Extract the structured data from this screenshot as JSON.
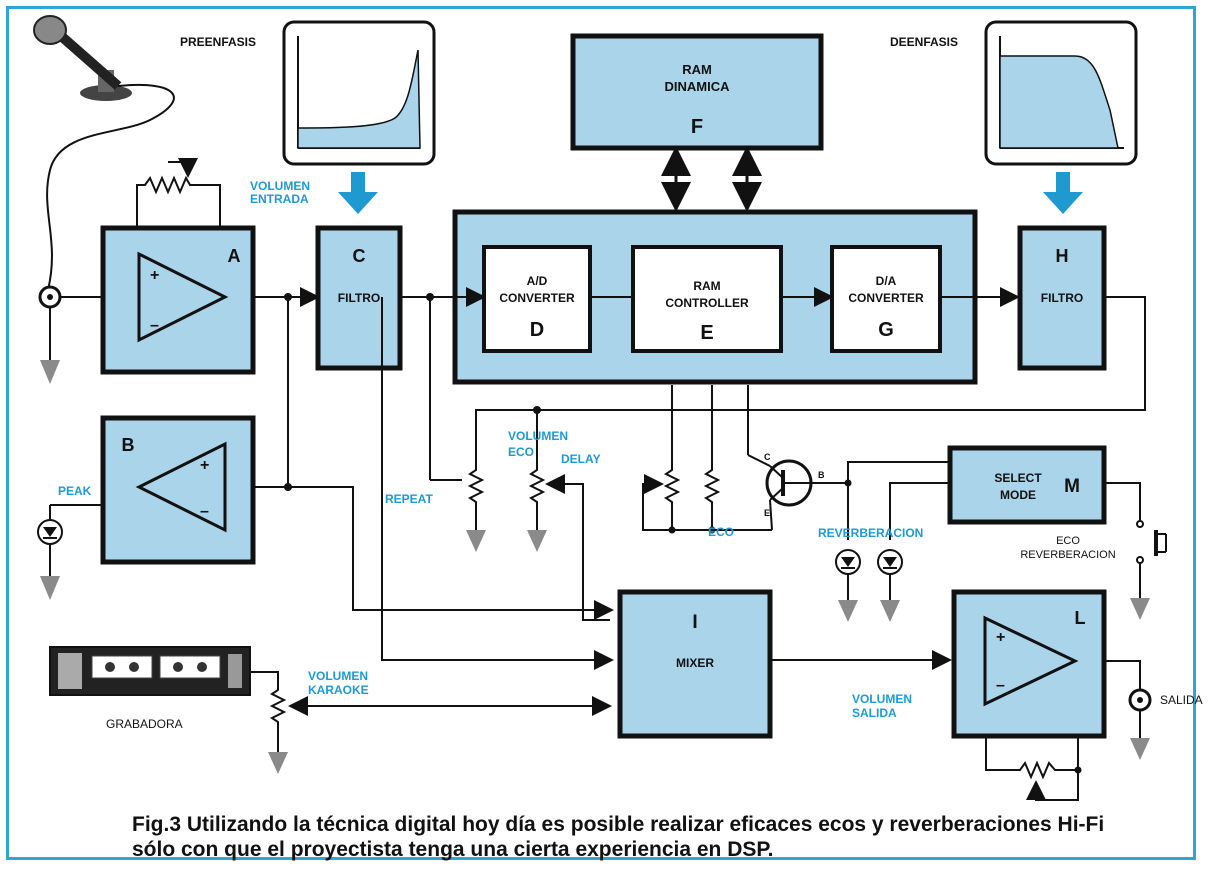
{
  "labels": {
    "preenfasis": "PREENFASIS",
    "deenfasis": "DEENFASIS",
    "ram_title_1": "RAM",
    "ram_title_2": "DINAMICA",
    "ram_letter": "F",
    "volumen_entrada_1": "VOLUMEN",
    "volumen_entrada_2": "ENTRADA",
    "a_letter": "A",
    "b_letter": "B",
    "c_letter": "C",
    "c_name": "FILTRO",
    "h_letter": "H",
    "h_name": "FILTRO",
    "ad_1": "A/D",
    "ad_2": "CONVERTER",
    "ad_letter": "D",
    "rc_1": "RAM",
    "rc_2": "CONTROLLER",
    "rc_letter": "E",
    "da_1": "D/A",
    "da_2": "CONVERTER",
    "da_letter": "G",
    "volumen_eco_1": "VOLUMEN",
    "volumen_eco_2": "ECO",
    "delay": "DELAY",
    "repeat": "REPEAT",
    "peak": "PEAK",
    "eco": "ECO",
    "reverberacion": "REVERBERACION",
    "select_1": "SELECT",
    "select_2": "MODE",
    "m_letter": "M",
    "eco_rev_1": "ECO",
    "eco_rev_2": "REVERBERACION",
    "i_letter": "I",
    "mixer": "MIXER",
    "l_letter": "L",
    "salida": "SALIDA",
    "volumen_salida_1": "VOLUMEN",
    "volumen_salida_2": "SALIDA",
    "volumen_karaoke_1": "VOLUMEN",
    "volumen_karaoke_2": "KARAOKE",
    "grabadora": "GRABADORA",
    "plus": "+",
    "minus": "–",
    "transistor_c": "C",
    "transistor_b": "B",
    "transistor_e": "E"
  },
  "caption": "Fig.3 Utilizando la técnica digital hoy día es posible realizar eficaces ecos y reverberaciones Hi-Fi sólo con que el proyectista tenga una cierta experiencia en DSP.",
  "colors": {
    "block_fill": "#a9d4ea",
    "accent": "#1f9ad0",
    "frame": "#2aa7d6"
  }
}
